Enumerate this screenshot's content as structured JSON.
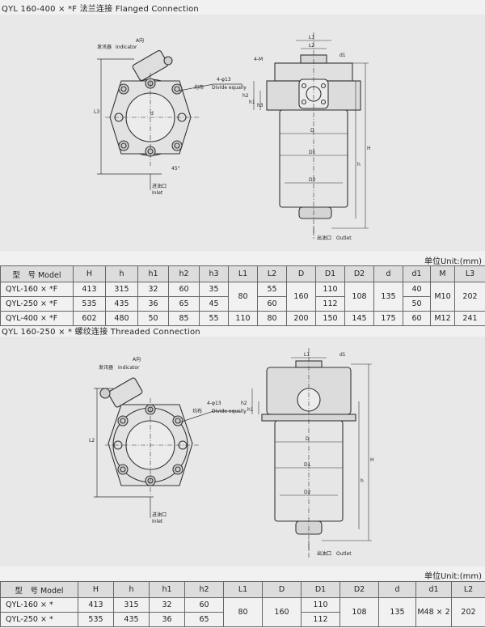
{
  "section1": {
    "caption": "QYL 160-400 × *F 法兰连接  Flanged Connection",
    "drawing": {
      "indicator_cn": "发讯器",
      "indicator_en": "Indicator",
      "a_label": "A向",
      "holes_label": "4-φ13",
      "divide_cn": "均布",
      "divide_en": "Divide equally",
      "inlet_cn": "进油口",
      "inlet_en": "Inlet",
      "outlet_cn": "出油口",
      "outlet_en": "Outlet",
      "angle": "45°",
      "dims": {
        "L3": "L3",
        "d": "d",
        "L1": "L1",
        "L2": "L2",
        "d1": "d1",
        "H": "H",
        "h": "h",
        "h1": "h1",
        "h2": "h2",
        "h3": "h3",
        "D": "D",
        "D1": "D1",
        "D2": "D2",
        "M": "4-M"
      }
    },
    "unit": "单位Unit:(mm)",
    "headers": [
      "型　号 Model",
      "H",
      "h",
      "h1",
      "h2",
      "h3",
      "L1",
      "L2",
      "D",
      "D1",
      "D2",
      "d",
      "d1",
      "M",
      "L3"
    ],
    "rows": [
      [
        "QYL-160 × *F",
        "413",
        "315",
        "32",
        "60",
        "35",
        "80",
        "55",
        "160",
        "110",
        "108",
        "135",
        "40",
        "M10",
        "202"
      ],
      [
        "QYL-250 × *F",
        "535",
        "435",
        "36",
        "65",
        "45",
        "",
        "60",
        "",
        "112",
        "",
        "",
        "50",
        "",
        ""
      ],
      [
        "QYL-400 × *F",
        "602",
        "480",
        "50",
        "85",
        "55",
        "110",
        "80",
        "200",
        "150",
        "145",
        "175",
        "60",
        "M12",
        "241"
      ]
    ]
  },
  "section2": {
    "caption": "QYL 160-250 × * 螺纹连接  Threaded Connection",
    "drawing": {
      "indicator_cn": "发讯器",
      "indicator_en": "Indicator",
      "a_label": "A向",
      "holes_label": "4-φ13",
      "divide_cn": "均布",
      "divide_en": "Divide equally",
      "inlet_cn": "进油口",
      "inlet_en": "Inlet",
      "outlet_cn": "出油口",
      "outlet_en": "Outlet",
      "dims": {
        "L2": "L2",
        "L1": "L1",
        "d1": "d1",
        "H": "H",
        "h": "h",
        "h1": "h1",
        "h2": "h2",
        "D": "D",
        "D1": "D1",
        "D2": "D2"
      }
    },
    "unit": "单位Unit:(mm)",
    "headers": [
      "型　号 Model",
      "H",
      "h",
      "h1",
      "h2",
      "L1",
      "D",
      "D1",
      "D2",
      "d",
      "d1",
      "L2"
    ],
    "rows": [
      [
        "QYL-160 × *",
        "413",
        "315",
        "32",
        "60",
        "80",
        "160",
        "110",
        "108",
        "135",
        "M48 × 2",
        "202"
      ],
      [
        "QYL-250 × *",
        "535",
        "435",
        "36",
        "65",
        "",
        "",
        "112",
        "",
        "",
        "",
        ""
      ]
    ]
  }
}
